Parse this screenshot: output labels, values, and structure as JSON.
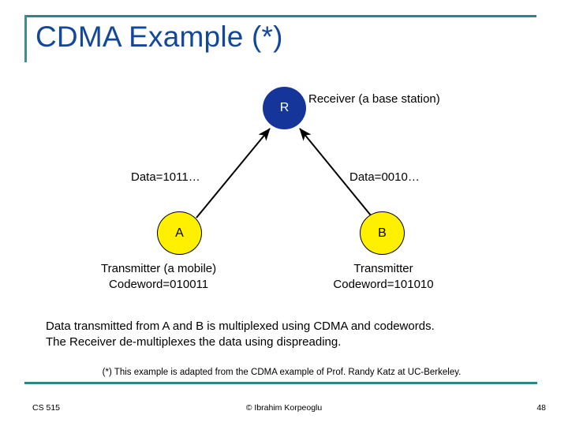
{
  "slide": {
    "title": "CDMA Example (*)",
    "accent_color": "#2E8585",
    "title_color": "#13479B",
    "page_number": "48"
  },
  "diagram": {
    "receiver_node": {
      "letter": "R",
      "fill": "#16359B",
      "text_color": "#FFFFFF",
      "caption": "Receiver (a base station)"
    },
    "transmitter_a": {
      "letter": "A",
      "fill": "#FFF000",
      "text_color": "#000000",
      "data_label": "Data=1011…",
      "caption_line1": "Transmitter (a mobile)",
      "caption_line2": "Codeword=010011"
    },
    "transmitter_b": {
      "letter": "B",
      "fill": "#FFF000",
      "text_color": "#000000",
      "data_label": "Data=0010…",
      "caption_line1": "Transmitter",
      "caption_line2": "Codeword=101010"
    },
    "arrows": [
      {
        "name": "arrow-a-to-r",
        "from": "A",
        "to": "R"
      },
      {
        "name": "arrow-b-to-r",
        "from": "B",
        "to": "R"
      }
    ]
  },
  "body": {
    "line1": "Data transmitted from A and B is multiplexed using CDMA and codewords.",
    "line2": "The Receiver de-multiplexes the data using dispreading."
  },
  "footnote": "(*) This example is adapted from the CDMA example of Prof. Randy Katz at UC-Berkeley.",
  "footer": {
    "course": "CS 515",
    "copyright": "© Ibrahim Korpeoglu",
    "page": "48"
  }
}
